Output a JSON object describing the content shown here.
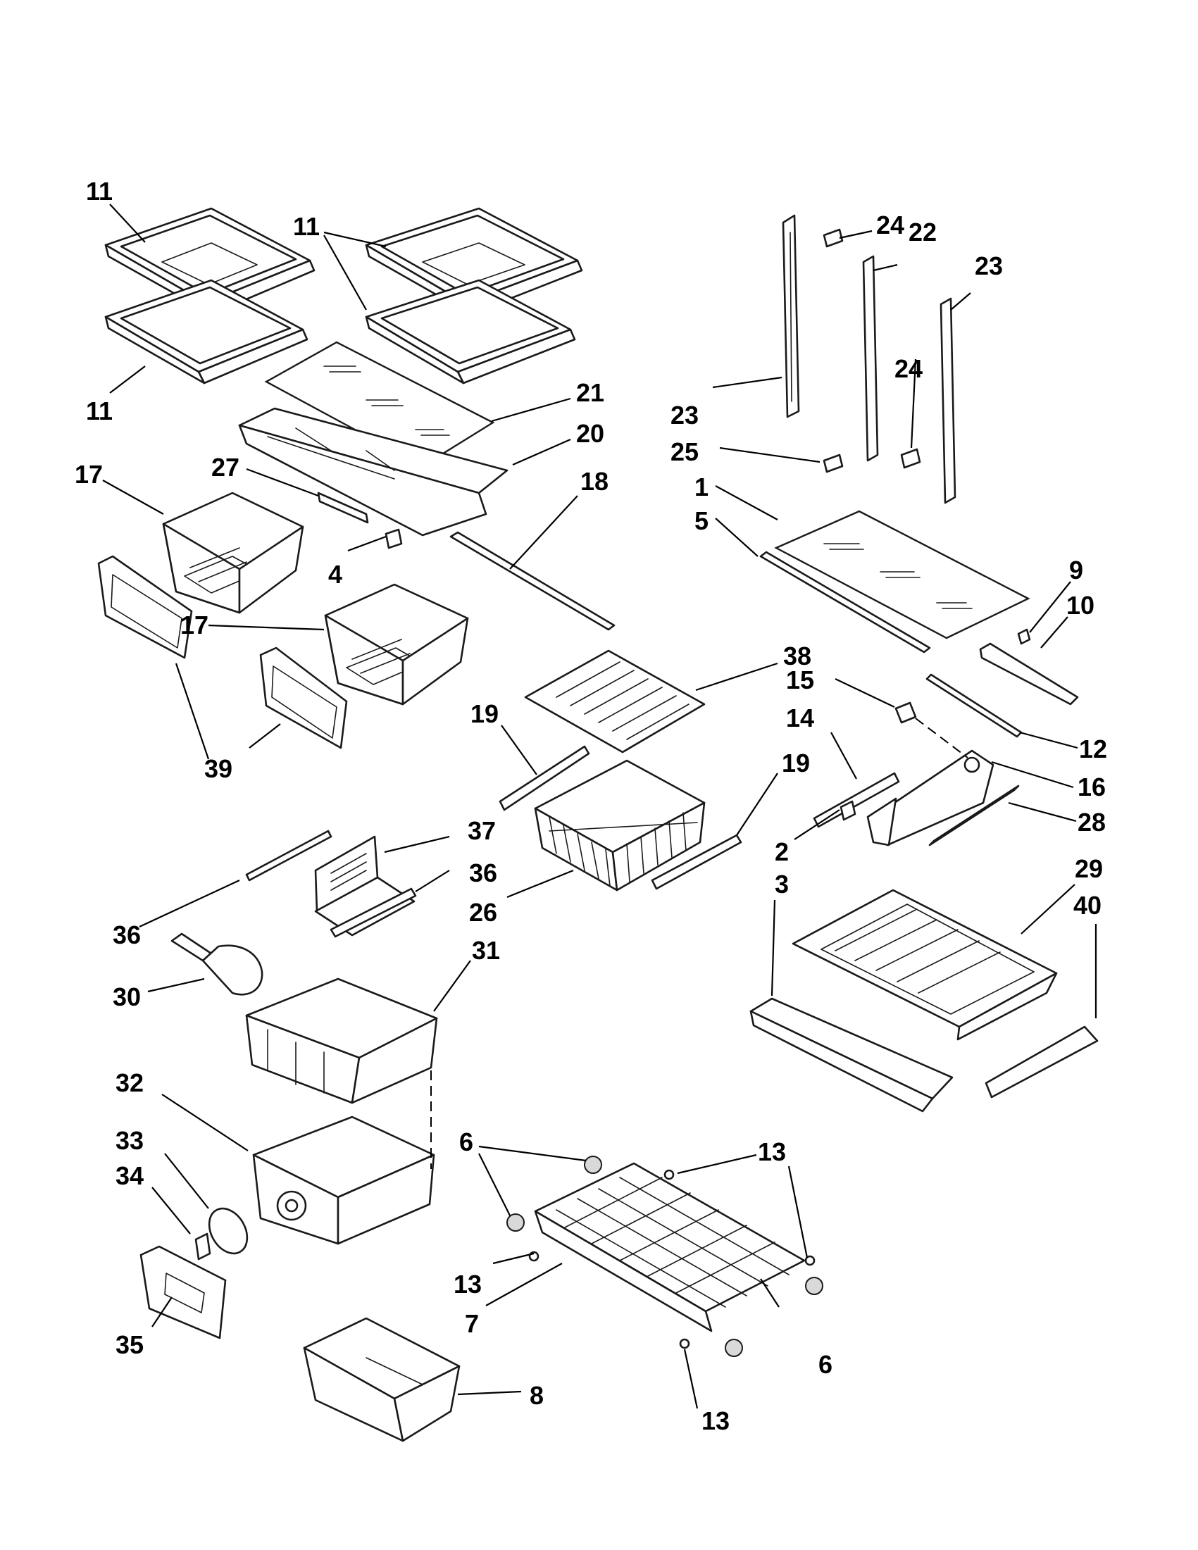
{
  "diagram": {
    "callouts": [
      {
        "id": "c11a",
        "text": "11"
      },
      {
        "id": "c11b",
        "text": "11"
      },
      {
        "id": "c11c",
        "text": "11"
      },
      {
        "id": "c21",
        "text": "21"
      },
      {
        "id": "c20",
        "text": "20"
      },
      {
        "id": "c27",
        "text": "27"
      },
      {
        "id": "c17a",
        "text": "17"
      },
      {
        "id": "c17b",
        "text": "17"
      },
      {
        "id": "c4",
        "text": "4"
      },
      {
        "id": "c18",
        "text": "18"
      },
      {
        "id": "c39",
        "text": "39"
      },
      {
        "id": "c38",
        "text": "38"
      },
      {
        "id": "c19a",
        "text": "19"
      },
      {
        "id": "c19b",
        "text": "19"
      },
      {
        "id": "c37",
        "text": "37"
      },
      {
        "id": "c36a",
        "text": "36"
      },
      {
        "id": "c36b",
        "text": "36"
      },
      {
        "id": "c26",
        "text": "26"
      },
      {
        "id": "c30",
        "text": "30"
      },
      {
        "id": "c31",
        "text": "31"
      },
      {
        "id": "c32",
        "text": "32"
      },
      {
        "id": "c33",
        "text": "33"
      },
      {
        "id": "c34",
        "text": "34"
      },
      {
        "id": "c35",
        "text": "35"
      },
      {
        "id": "c8",
        "text": "8"
      },
      {
        "id": "c6a",
        "text": "6"
      },
      {
        "id": "c6b",
        "text": "6"
      },
      {
        "id": "c13a",
        "text": "13"
      },
      {
        "id": "c13b",
        "text": "13"
      },
      {
        "id": "c13c",
        "text": "13"
      },
      {
        "id": "c7",
        "text": "7"
      },
      {
        "id": "c24a",
        "text": "24"
      },
      {
        "id": "c24b",
        "text": "24"
      },
      {
        "id": "c22",
        "text": "22"
      },
      {
        "id": "c23a",
        "text": "23"
      },
      {
        "id": "c23b",
        "text": "23"
      },
      {
        "id": "c25",
        "text": "25"
      },
      {
        "id": "c1",
        "text": "1"
      },
      {
        "id": "c5",
        "text": "5"
      },
      {
        "id": "c9",
        "text": "9"
      },
      {
        "id": "c10",
        "text": "10"
      },
      {
        "id": "c15",
        "text": "15"
      },
      {
        "id": "c14",
        "text": "14"
      },
      {
        "id": "c12",
        "text": "12"
      },
      {
        "id": "c16",
        "text": "16"
      },
      {
        "id": "c2",
        "text": "2"
      },
      {
        "id": "c28",
        "text": "28"
      },
      {
        "id": "c3",
        "text": "3"
      },
      {
        "id": "c29",
        "text": "29"
      },
      {
        "id": "c40",
        "text": "40"
      }
    ]
  }
}
